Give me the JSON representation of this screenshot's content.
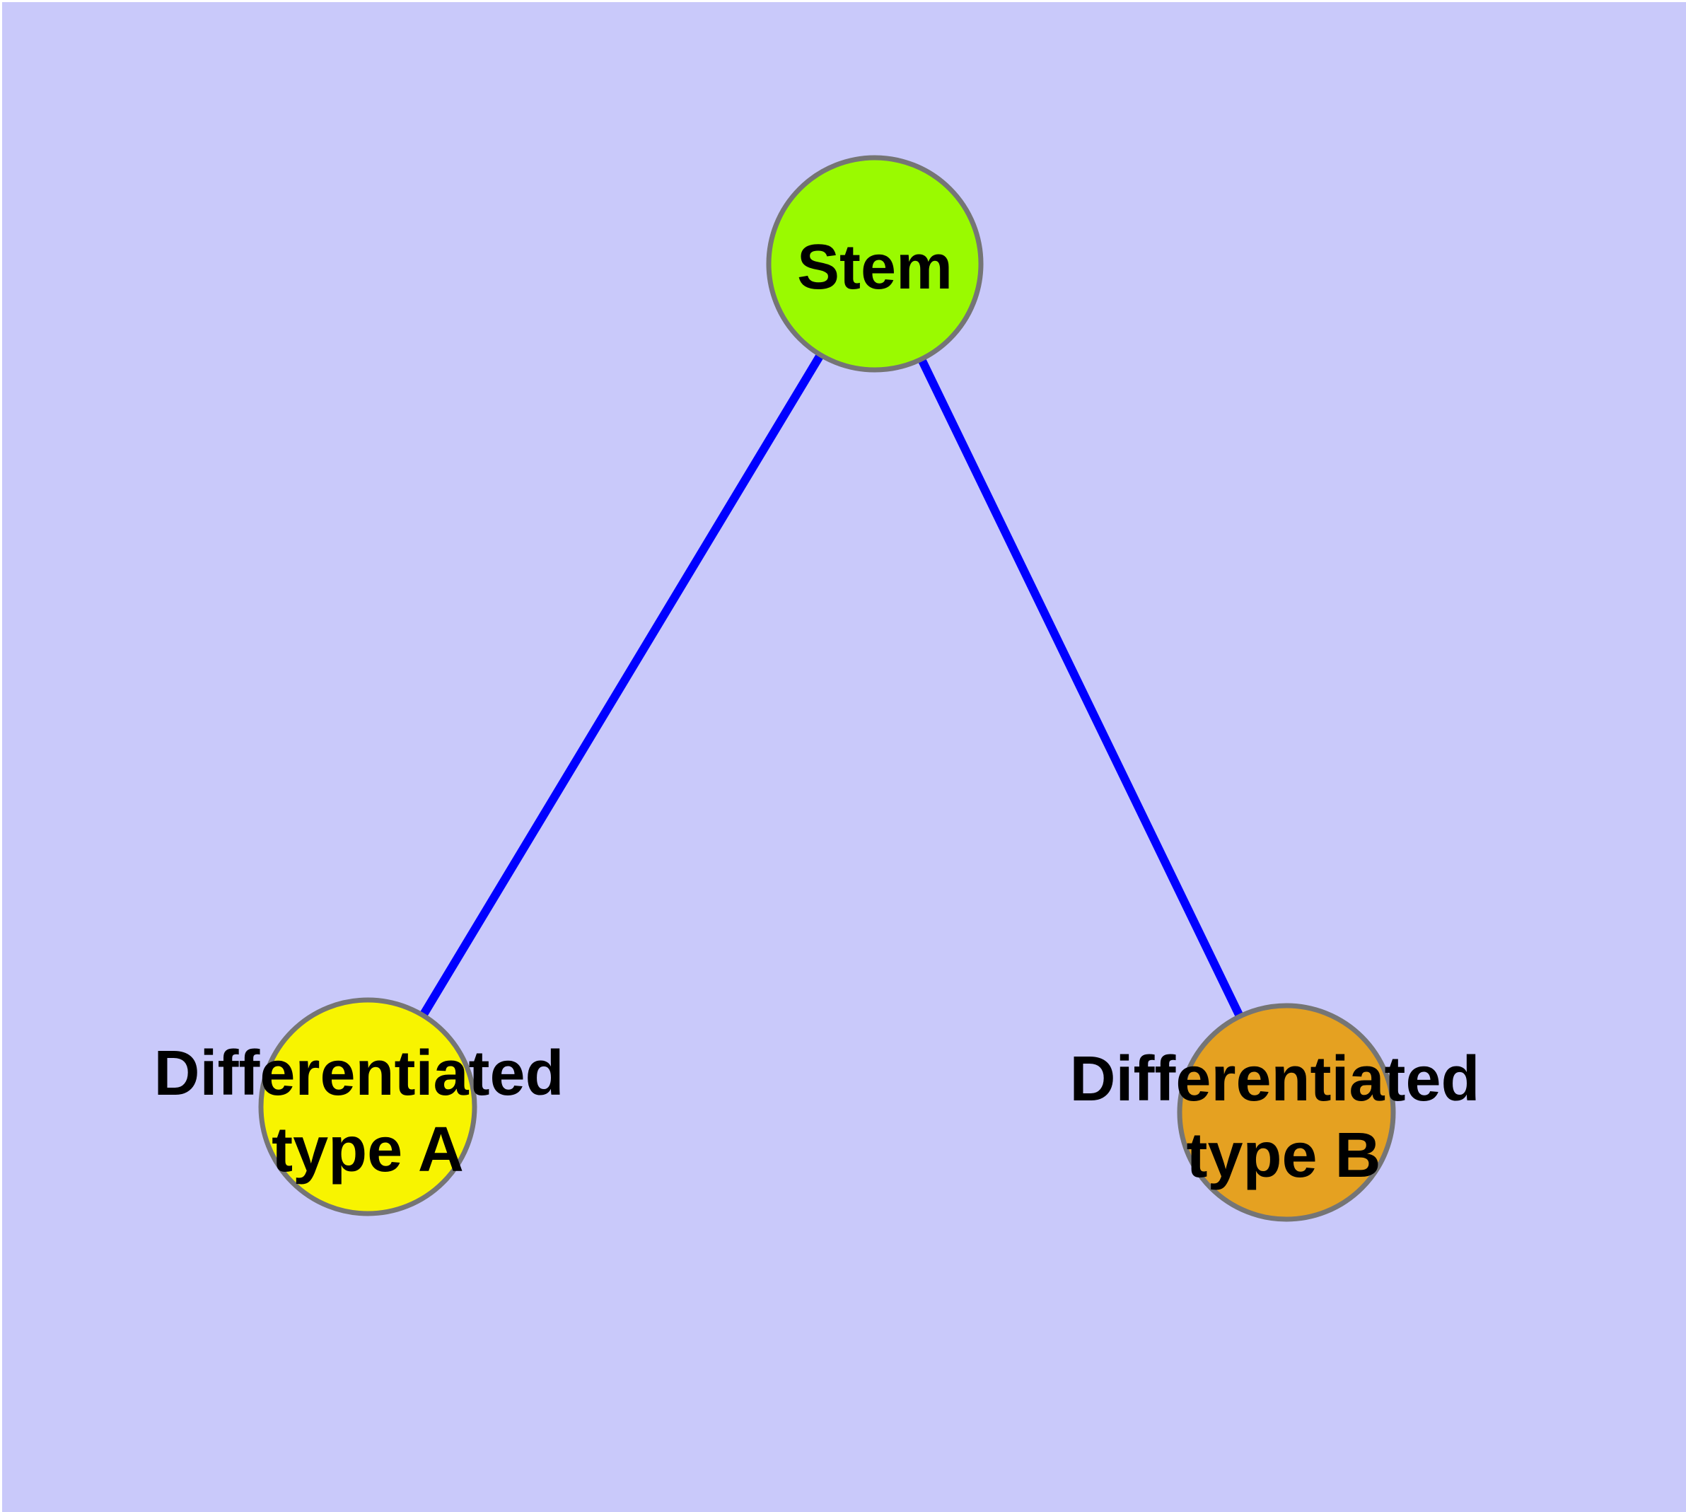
{
  "canvas": {
    "background_color": "#C9C9FA",
    "margin_color": "#FFFFFF",
    "edge_color": "#0000FF",
    "node_border_color": "#757575",
    "label_color": "#000000"
  },
  "nodes": [
    {
      "id": "stem",
      "label": "Stem",
      "color": "#9AFA00"
    },
    {
      "id": "type-a",
      "label": "Differentiated type A",
      "label_lines": [
        "Differentiated",
        "type A"
      ],
      "color": "#F8F400"
    },
    {
      "id": "type-b",
      "label": "Differentiated type B",
      "label_lines": [
        "Differentiated",
        "type B"
      ],
      "color": "#E5A121"
    }
  ],
  "edges": [
    {
      "from": "Stem",
      "to": "Differentiated type A"
    },
    {
      "from": "Stem",
      "to": "Differentiated type B"
    }
  ]
}
